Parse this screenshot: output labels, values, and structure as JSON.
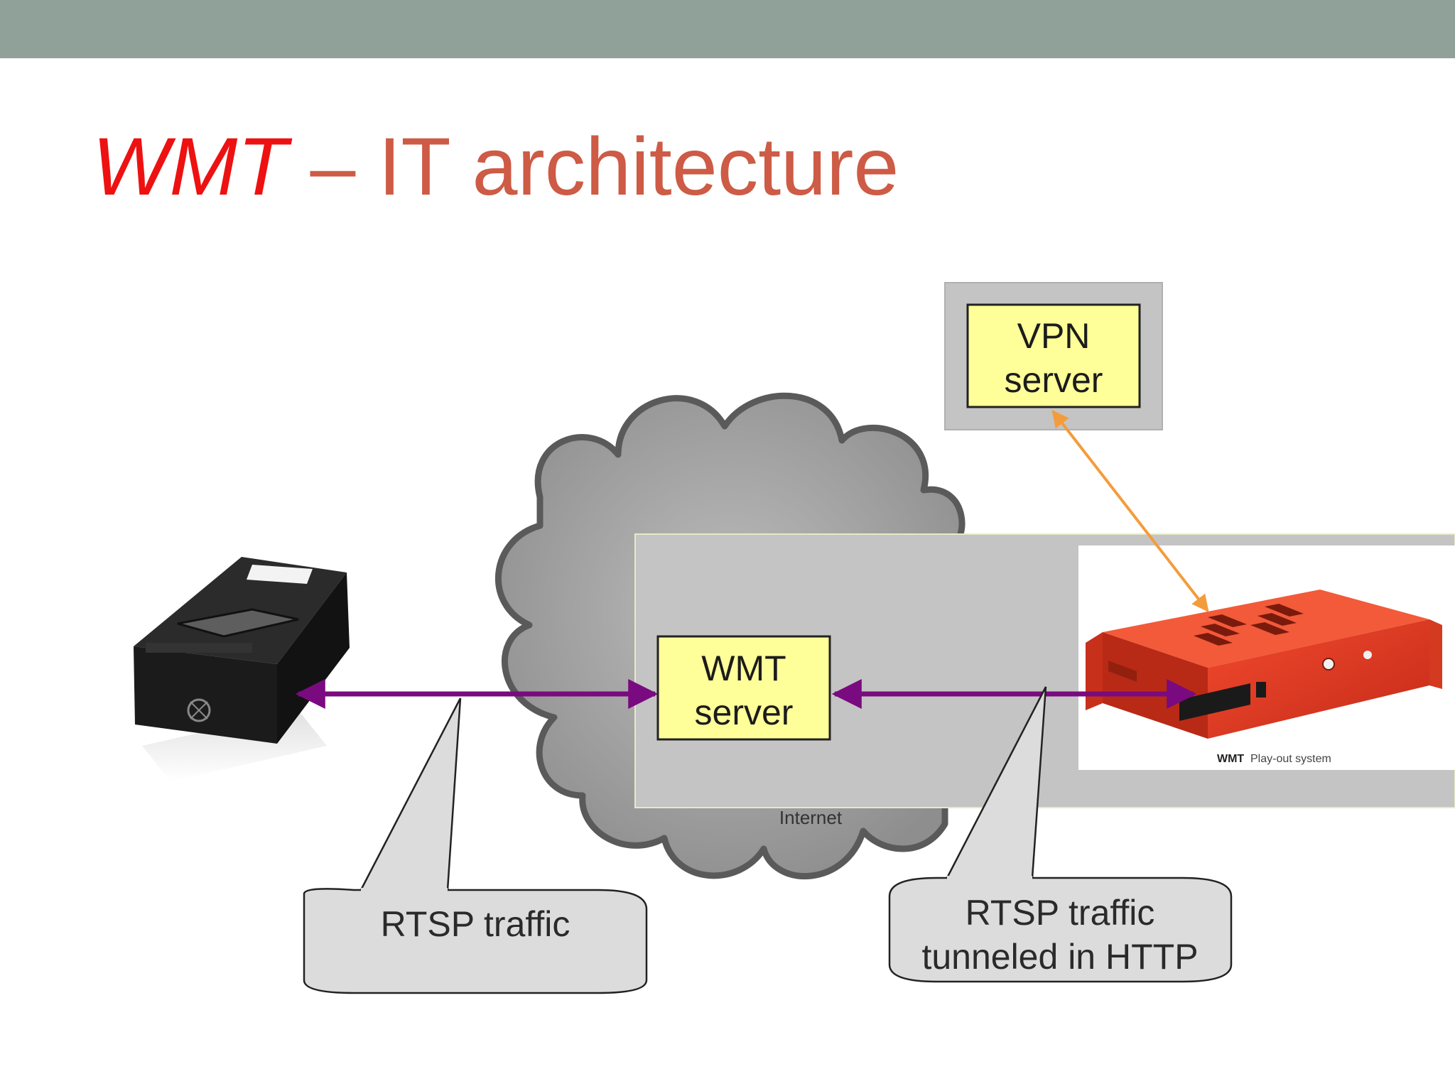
{
  "slide": {
    "title_italic": "WMT",
    "title_rest": " – IT architecture"
  },
  "diagram": {
    "vpn_server": {
      "line1": "VPN",
      "line2": "server"
    },
    "wmt_server": {
      "line1": "WMT",
      "line2": "server"
    },
    "cloud_label": "Internet",
    "callout_left": "RTSP traffic",
    "callout_right": {
      "line1": "RTSP traffic",
      "line2": "tunneled in HTTP"
    },
    "playout_caption": {
      "brand": "WMT",
      "text": "Play-out system"
    }
  },
  "colors": {
    "top_bar": "#8fa199",
    "title_accent": "#ee1111",
    "title_main": "#cd5b45",
    "box_fill": "#ffff99",
    "panel_fill": "#c4c4c4",
    "cloud_fill": "#a3a3a3",
    "rtsp_arrow": "#7a0a7f",
    "vpn_arrow": "#f39c3c",
    "callout_fill": "#dcdcdc",
    "playout_red": "#e23a22"
  },
  "icons": [
    "encoder-device-icon",
    "playout-rack-icon",
    "internet-cloud-icon"
  ]
}
